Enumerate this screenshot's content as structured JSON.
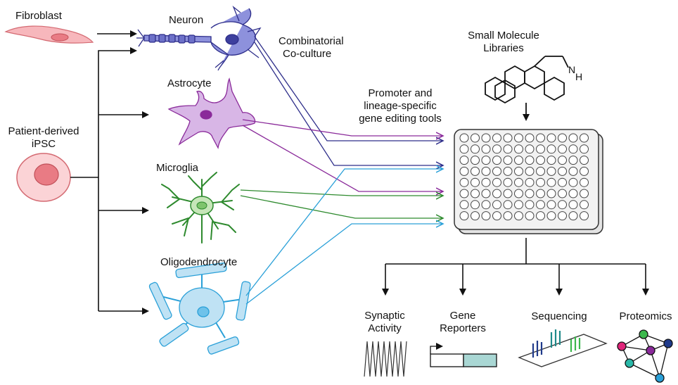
{
  "labels": {
    "fibroblast": "Fibroblast",
    "neuron": "Neuron",
    "patient_line1": "Patient-derived",
    "patient_line2": "iPSC",
    "astrocyte": "Astrocyte",
    "microglia": "Microglia",
    "oligodendrocyte": "Oligodendrocyte",
    "coculture_line1": "Combinatorial",
    "coculture_line2": "Co-culture",
    "promoter_line1": "Promoter and",
    "promoter_line2": "lineage-specific",
    "promoter_line3": "gene editing tools",
    "library_line1": "Small Molecule",
    "library_line2": "Libraries",
    "nh": "N",
    "h": "H",
    "synaptic_line1": "Synaptic",
    "synaptic_line2": "Activity",
    "gene_line1": "Gene",
    "gene_line2": "Reporters",
    "sequencing": "Sequencing",
    "proteomics": "Proteomics"
  },
  "colors": {
    "neuron": "#2e2e8a",
    "astrocyte": "#8a2a9a",
    "microglia": "#2e8a2e",
    "oligodendrocyte": "#2aa0d8",
    "arrow": "#111111",
    "fibroblast_fill": "#f7b7bc",
    "ipsc_fill": "#f8c7cc",
    "plate_fill": "#f0f0f0"
  },
  "plate": {
    "rows": 8,
    "cols": 12
  },
  "readouts": [
    "Synaptic Activity",
    "Gene Reporters",
    "Sequencing",
    "Proteomics"
  ]
}
